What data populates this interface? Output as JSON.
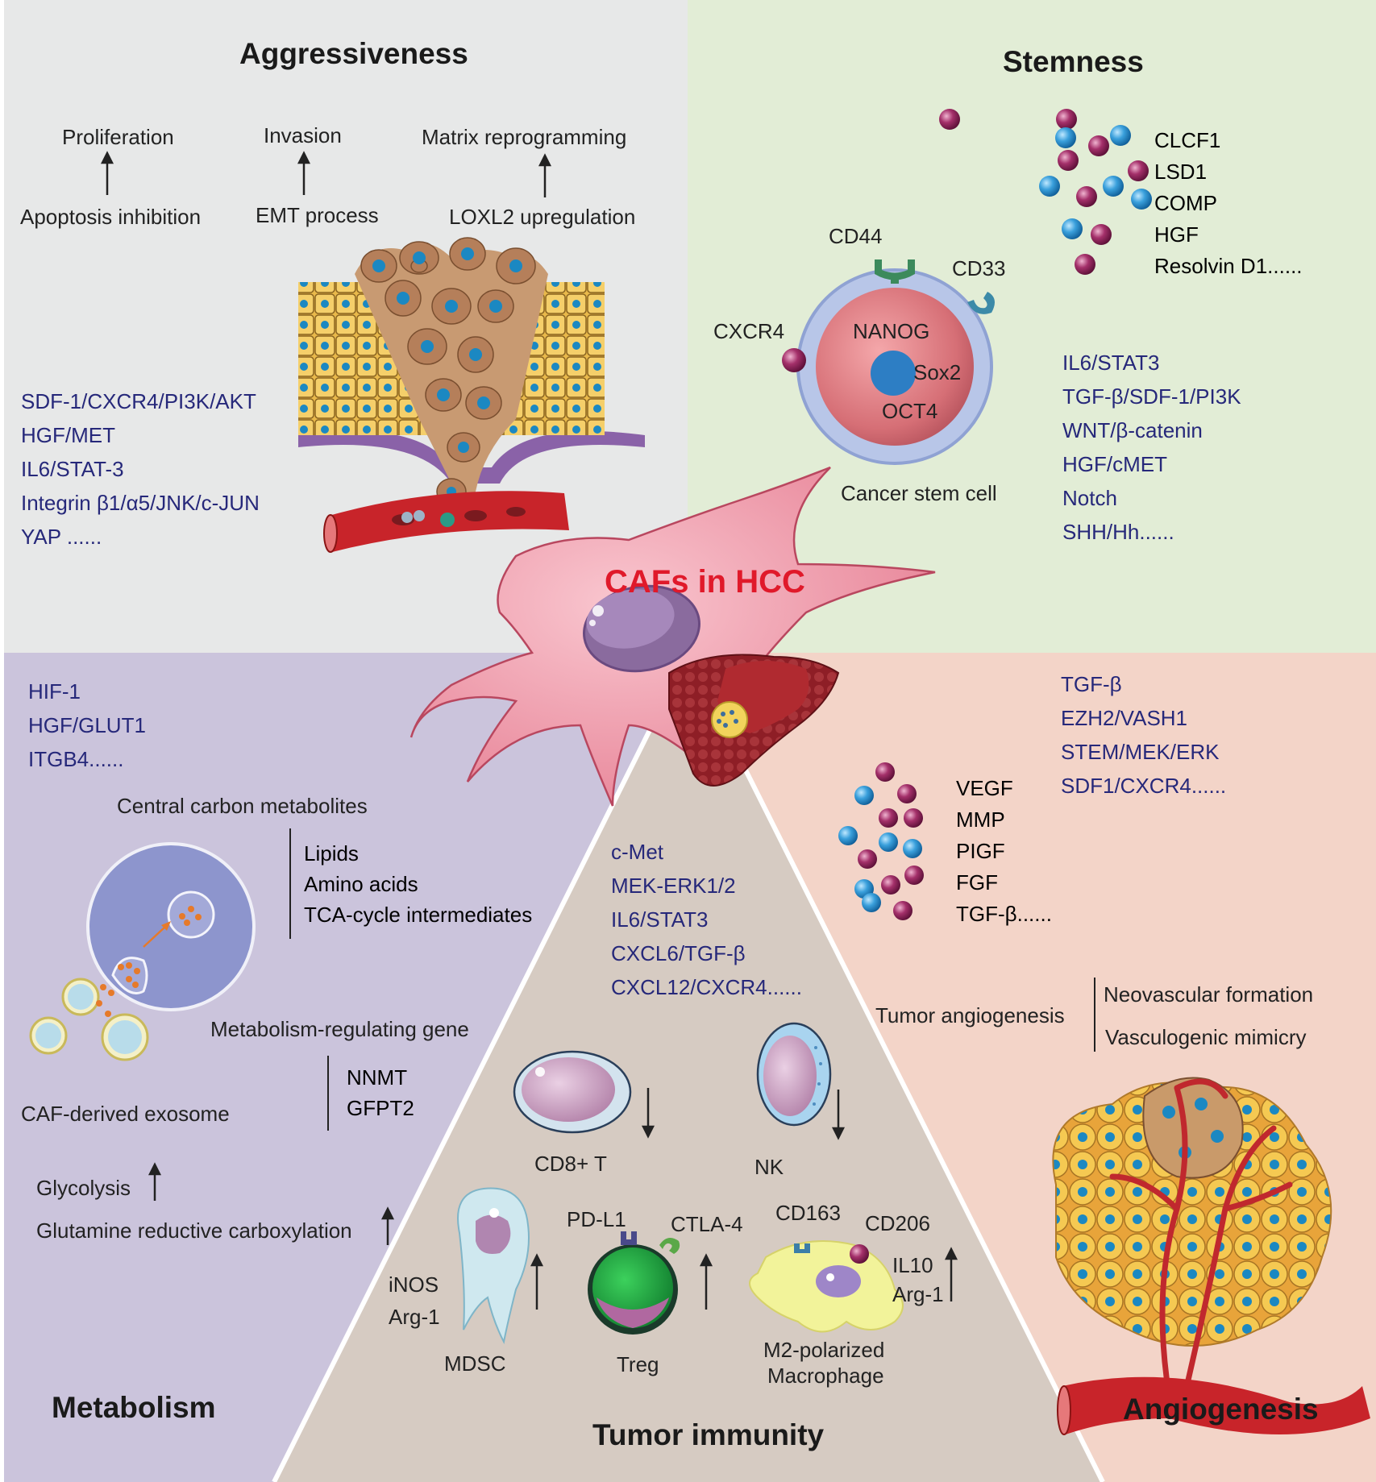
{
  "center_title": "CAFs in HCC",
  "aggressiveness": {
    "title": "Aggressiveness",
    "effects": [
      {
        "top": "Proliferation",
        "bottom": "Apoptosis inhibition"
      },
      {
        "top": "Invasion",
        "bottom": "EMT process"
      },
      {
        "top": "Matrix reprogramming",
        "bottom": "LOXL2 upregulation"
      }
    ],
    "pathways": [
      "SDF-1/CXCR4/PI3K/AKT",
      "HGF/MET",
      "IL6/STAT-3",
      "Integrin β1/α5/JNK/c-JUN",
      "YAP ......"
    ]
  },
  "stemness": {
    "title": "Stemness",
    "factors": [
      "CLCF1",
      "LSD1",
      "COMP",
      "HGF",
      "Resolvin D1......"
    ],
    "markers": {
      "cd44": "CD44",
      "cd33": "CD33",
      "cxcr4": "CXCR4",
      "nanog": "NANOG",
      "sox2": "Sox2",
      "oct4": "OCT4"
    },
    "cell_label": "Cancer stem cell",
    "pathways": [
      "IL6/STAT3",
      "TGF-β/SDF-1/PI3K",
      "WNT/β-catenin",
      "HGF/cMET",
      "Notch",
      "SHH/Hh......"
    ]
  },
  "metabolism": {
    "title": "Metabolism",
    "pathways": [
      "HIF-1",
      "HGF/GLUT1",
      "ITGB4......"
    ],
    "central_label": "Central carbon metabolites",
    "metabolites": [
      "Lipids",
      "Amino acids",
      "TCA-cycle intermediates"
    ],
    "gene_label": "Metabolism-regulating gene",
    "genes": [
      "NNMT",
      "GFPT2"
    ],
    "exosome_label": "CAF-derived exosome",
    "glycolysis": "Glycolysis",
    "glutamine": "Glutamine reductive carboxylation"
  },
  "angiogenesis": {
    "title": "Angiogenesis",
    "pathways": [
      "TGF-β",
      "EZH2/VASH1",
      "STEM/MEK/ERK",
      "SDF1/CXCR4......"
    ],
    "factors": [
      "VEGF",
      "MMP",
      "PIGF",
      "FGF",
      "TGF-β......"
    ],
    "process_label": "Tumor angiogenesis",
    "processes": [
      "Neovascular formation",
      "Vasculogenic mimicry"
    ]
  },
  "immunity": {
    "title": "Tumor immunity",
    "pathways": [
      "c-Met",
      "MEK-ERK1/2",
      "IL6/STAT3",
      "CXCL6/TGF-β",
      "CXCL12/CXCR4......"
    ],
    "cd8": "CD8+ T",
    "nk": "NK",
    "mdsc": "MDSC",
    "mdsc_markers": [
      "iNOS",
      "Arg-1"
    ],
    "treg": "Treg",
    "pdl1": "PD-L1",
    "ctla4": "CTLA-4",
    "cd163": "CD163",
    "cd206": "CD206",
    "macrophage": [
      "M2-polarized",
      "Macrophage"
    ],
    "mac_markers": [
      "IL10",
      "Arg-1"
    ]
  },
  "colors": {
    "aggressiveness_bg": "#e7e8e8",
    "stemness_bg": "#e2edd6",
    "metabolism_bg": "#cbc4dc",
    "angiogenesis_bg": "#f3d4c8",
    "immunity_bg": "#d6cbc2",
    "pathway_text": "#26287a",
    "title_red": "#e0192a"
  }
}
